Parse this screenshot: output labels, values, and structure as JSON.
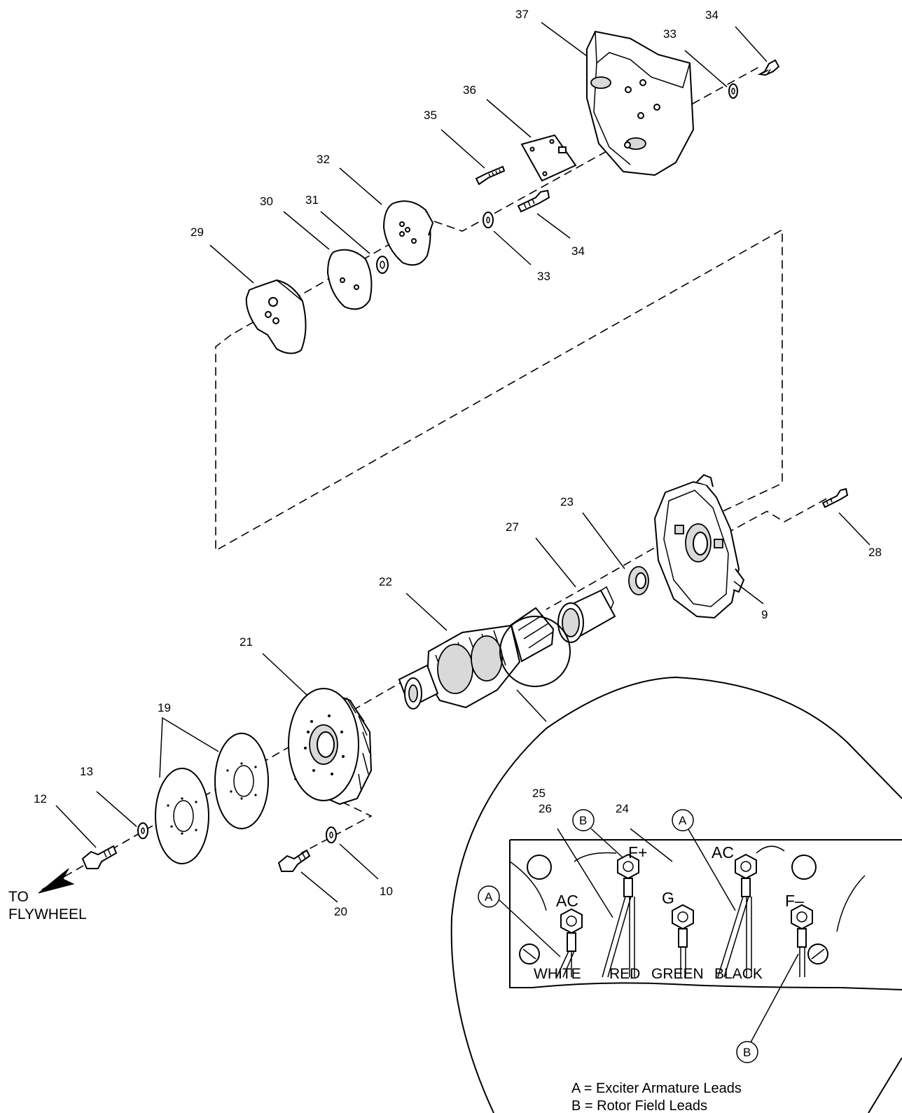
{
  "callouts": {
    "p9": "9",
    "p10": "10",
    "p12": "12",
    "p13": "13",
    "p19": "19",
    "p20": "20",
    "p21": "21",
    "p22": "22",
    "p23": "23",
    "p24": "24",
    "p25": "25",
    "p26": "26",
    "p27": "27",
    "p28": "28",
    "p29": "29",
    "p30": "30",
    "p31": "31",
    "p32": "32",
    "p33a": "33",
    "p33b": "33",
    "p34a": "34",
    "p34b": "34",
    "p35": "35",
    "p36": "36",
    "p37": "37"
  },
  "direction": {
    "line1": "TO",
    "line2": "FLYWHEEL"
  },
  "detail": {
    "terminals": {
      "ac_left": "AC",
      "f_plus": "F+",
      "g": "G",
      "ac_right": "AC",
      "f_minus": "F–"
    },
    "wires": {
      "white": "WHITE",
      "red": "RED",
      "green": "GREEN",
      "black": "BLACK"
    },
    "letters": {
      "a1": "A",
      "a2": "A",
      "b1": "B",
      "b2": "B"
    },
    "legend": {
      "a": "A = Exciter Armature Leads",
      "b": "B = Rotor Field Leads"
    }
  }
}
